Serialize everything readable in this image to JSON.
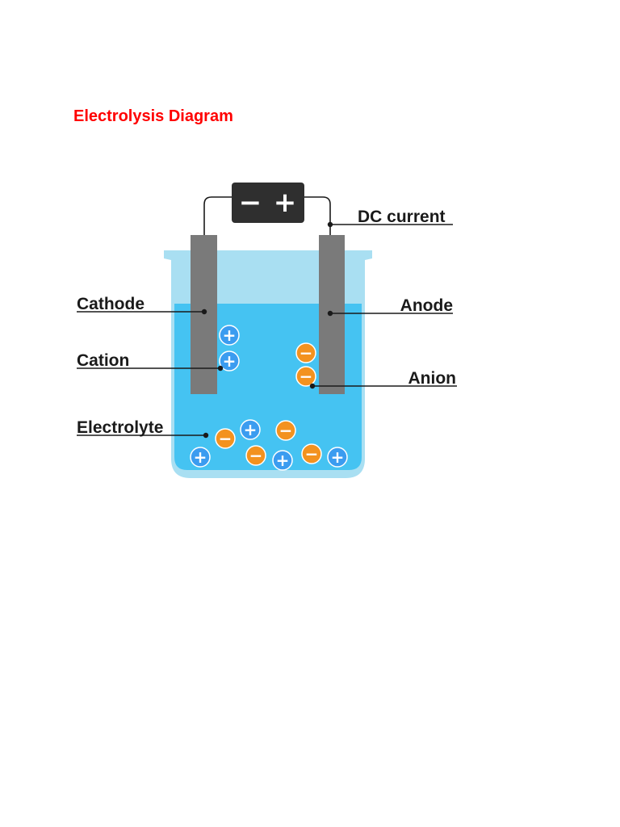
{
  "title": "Electrolysis Diagram",
  "colors": {
    "title": "#ff0000",
    "beaker_glass": "#a9dff2",
    "electrolyte": "#45c3f2",
    "electrode": "#7a7a7a",
    "battery": "#2f2f2f",
    "cation": "#3b9cf0",
    "anion": "#f3921f",
    "wire": "#1a1a1a"
  },
  "battery": {
    "negative_sign": "−",
    "positive_sign": "+"
  },
  "labels": {
    "dc_current": "DC current",
    "cathode": "Cathode",
    "anode": "Anode",
    "cation": "Cation",
    "anion": "Anion",
    "electrolyte": "Electrolyte"
  },
  "ion_signs": {
    "cation": "+",
    "anion": "−"
  }
}
